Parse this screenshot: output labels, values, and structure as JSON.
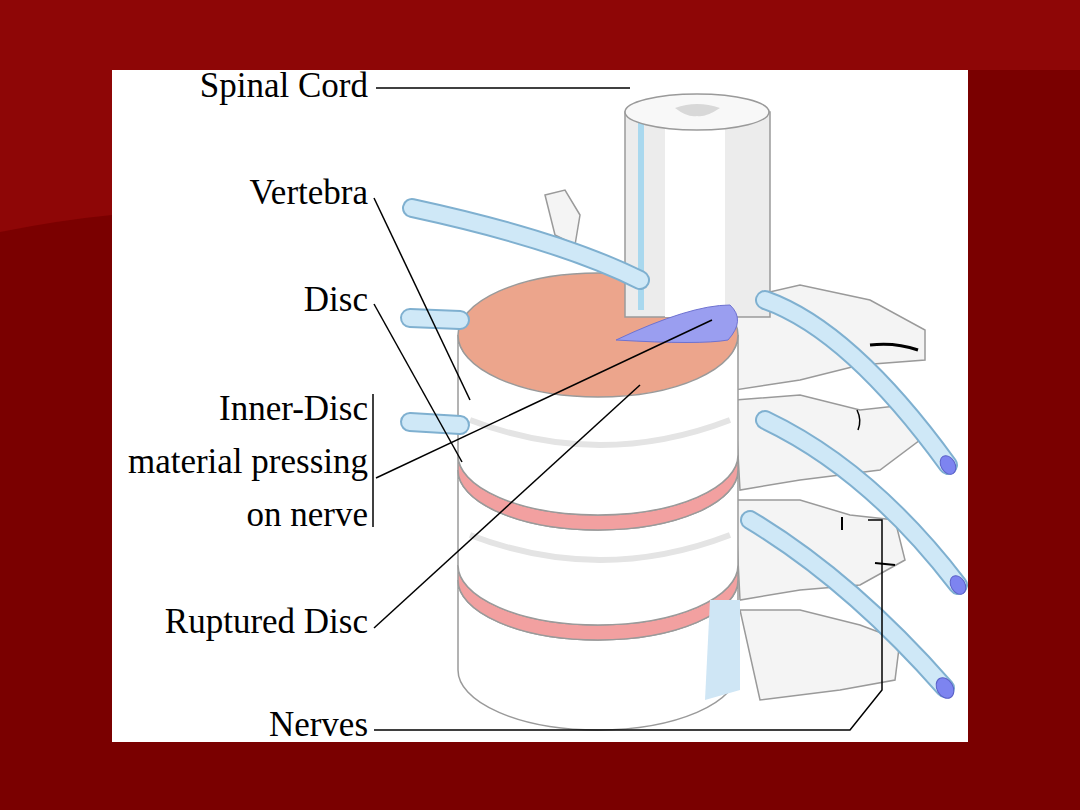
{
  "diagram": {
    "labels": [
      "Spinal Cord",
      "Vertebra",
      "Disc",
      "Inner-Disc material pressing on nerve",
      "Ruptured Disc",
      "Nerves"
    ]
  }
}
